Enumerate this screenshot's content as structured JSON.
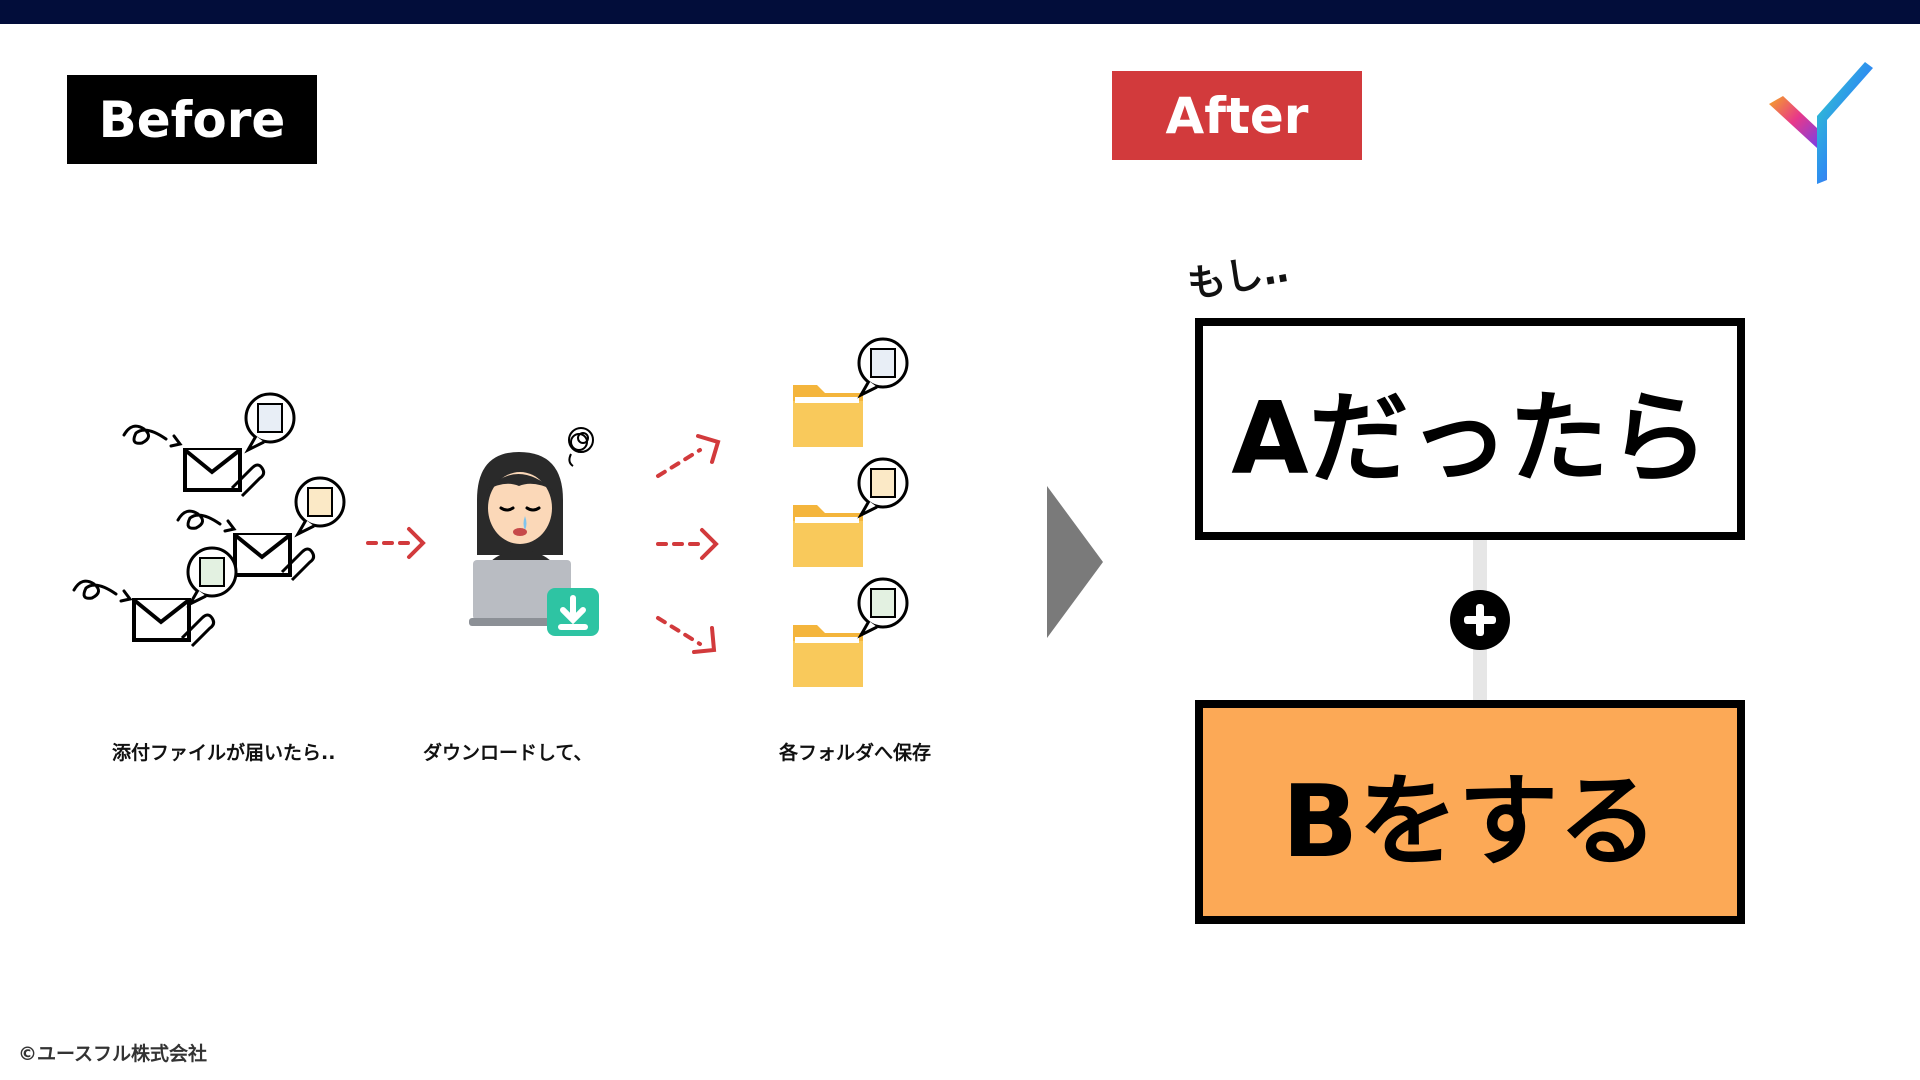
{
  "header": {
    "bar_color": "#020d3a"
  },
  "before": {
    "tag_label": "Before",
    "steps": [
      {
        "caption": "添付ファイルが届いたら.."
      },
      {
        "caption": "ダウンロードして、"
      },
      {
        "caption": "各フォルダへ保存"
      }
    ],
    "arrow_color": "#d23a3c"
  },
  "after": {
    "tag_label": "After",
    "tag_color": "#d23a3c",
    "prefix": "もし‥",
    "condition_label": "Aだったら",
    "action_label": "Bをする",
    "action_color": "#fca956"
  },
  "footer": {
    "copyright": "©ユースフル株式会社"
  }
}
